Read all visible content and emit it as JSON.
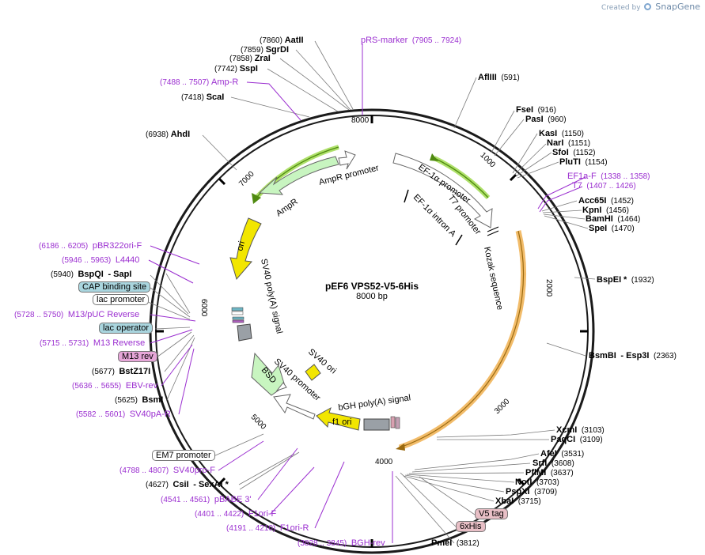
{
  "brand": {
    "created_by": "Created by",
    "name": "SnapGene"
  },
  "plasmid": {
    "name": "pEF6 VPS52-V5-6His",
    "length_label": "8000 bp"
  },
  "ticks": [
    "1000",
    "2000",
    "3000",
    "4000",
    "5000",
    "6000",
    "7000",
    "8000"
  ],
  "features": {
    "ef1a_promoter": "EF-1α promoter",
    "ef1a_intron": "EF-1α intron A",
    "t7_promoter": "T7 promoter",
    "kozak": "Kozak sequence",
    "ampr_promoter": "AmpR promoter",
    "ampr": "AmpR",
    "ori": "ori",
    "sv40_polya": "SV40 poly(A) signal",
    "sv40_ori": "SV40 ori",
    "sv40_promoter": "SV40 promoter",
    "bsd": "BSD",
    "bgh_polya": "bGH poly(A) signal",
    "f1_ori": "f1 ori"
  },
  "labels": {
    "aatii": {
      "pos": "(7860)",
      "name": "AatII"
    },
    "sgrdi": {
      "pos": "(7859)",
      "name": "SgrDI"
    },
    "zrai": {
      "pos": "(7858)",
      "name": "ZraI"
    },
    "sspi": {
      "pos": "(7742)",
      "name": "SspI"
    },
    "ampr_primer": {
      "range": "(7488 .. 7507)",
      "name": "Amp-R"
    },
    "scai": {
      "pos": "(7418)",
      "name": "ScaI"
    },
    "ahdi": {
      "pos": "(6938)",
      "name": "AhdI"
    },
    "prs_marker": {
      "name": "pRS-marker",
      "range": "(7905 .. 7924)"
    },
    "afliii": {
      "name": "AflIII",
      "pos": "(591)"
    },
    "fsei": {
      "name": "FseI",
      "pos": "(916)"
    },
    "pasi": {
      "name": "PasI",
      "pos": "(960)"
    },
    "kasi": {
      "name": "KasI",
      "pos": "(1150)"
    },
    "nari": {
      "name": "NarI",
      "pos": "(1151)"
    },
    "sfoi": {
      "name": "SfoI",
      "pos": "(1152)"
    },
    "pluti": {
      "name": "PluTI",
      "pos": "(1154)"
    },
    "ef1af": {
      "name": "EF1a-F",
      "range": "(1338 .. 1358)"
    },
    "t7": {
      "name": "T7",
      "range": "(1407 .. 1426)"
    },
    "acc65i": {
      "name": "Acc65I",
      "pos": "(1452)"
    },
    "kpni": {
      "name": "KpnI",
      "pos": "(1456)"
    },
    "bamhi": {
      "name": "BamHI",
      "pos": "(1464)"
    },
    "spei": {
      "name": "SpeI",
      "pos": "(1470)"
    },
    "bspei": {
      "name": "BspEI",
      "star": "*",
      "pos": "(1932)"
    },
    "bsmbi": {
      "name": "BsmBI",
      "alt": "- Esp3I",
      "pos": "(2363)"
    },
    "xcmi": {
      "name": "XcmI",
      "pos": "(3103)"
    },
    "paqci": {
      "name": "PaqCI",
      "pos": "(3109)"
    },
    "afei": {
      "name": "AfeI",
      "pos": "(3531)"
    },
    "srfi": {
      "name": "SrfI",
      "pos": "(3608)"
    },
    "pflmi": {
      "name": "PflMI",
      "pos": "(3637)"
    },
    "noti": {
      "name": "NotI",
      "pos": "(3703)"
    },
    "pspxi": {
      "name": "PspXI",
      "pos": "(3709)"
    },
    "xbai": {
      "name": "XbaI",
      "pos": "(3715)"
    },
    "v5tag": {
      "name": "V5 tag"
    },
    "his6": {
      "name": "6xHis"
    },
    "pmei": {
      "name": "PmeI",
      "pos": "(3812)"
    },
    "bghrev": {
      "range": "(3828 .. 3845)",
      "name": "BGH-rev"
    },
    "f1orir": {
      "range": "(4191 .. 4210)",
      "name": "F1ori-R"
    },
    "f1orif": {
      "range": "(4401 .. 4422)",
      "name": "F1ori-F"
    },
    "pbabe3": {
      "range": "(4541 .. 4561)",
      "name": "pBABE 3'"
    },
    "csii": {
      "pos": "(4627)",
      "name": "CsiI",
      "alt": "- SexAI *"
    },
    "sv40prof": {
      "range": "(4788 .. 4807)",
      "name": "SV40pro-F"
    },
    "em7": {
      "name": "EM7 promoter"
    },
    "pbr322": {
      "range": "(6186 .. 6205)",
      "name": "pBR322ori-F"
    },
    "l4440": {
      "range": "(5946 .. 5963)",
      "name": "L4440"
    },
    "bspqi": {
      "pos": "(5940)",
      "name": "BspQI",
      "alt": "- SapI"
    },
    "cap": {
      "name": "CAP binding site"
    },
    "lacpro": {
      "name": "lac promoter"
    },
    "m13puc": {
      "range": "(5728 .. 5750)",
      "name": "M13/pUC Reverse"
    },
    "lacop": {
      "name": "lac operator"
    },
    "m13rev_primer": {
      "range": "(5715 .. 5731)",
      "name": "M13 Reverse"
    },
    "m13rev": {
      "name": "M13 rev"
    },
    "bstz17i": {
      "pos": "(5677)",
      "name": "BstZ17I"
    },
    "ebvrev": {
      "range": "(5636 .. 5655)",
      "name": "EBV-rev"
    },
    "bsmi": {
      "pos": "(5625)",
      "name": "BsmI"
    },
    "sv40par": {
      "range": "(5582 .. 5601)",
      "name": "SV40pA-R"
    }
  },
  "colors": {
    "backbone": "#1a1a1a",
    "primer": "#9b2fd0",
    "green_feature": "#7ecb3a",
    "orange_cds": "#f0b050",
    "yellow_feature": "#f2e600",
    "gray_feature": "#9aa0a6"
  }
}
